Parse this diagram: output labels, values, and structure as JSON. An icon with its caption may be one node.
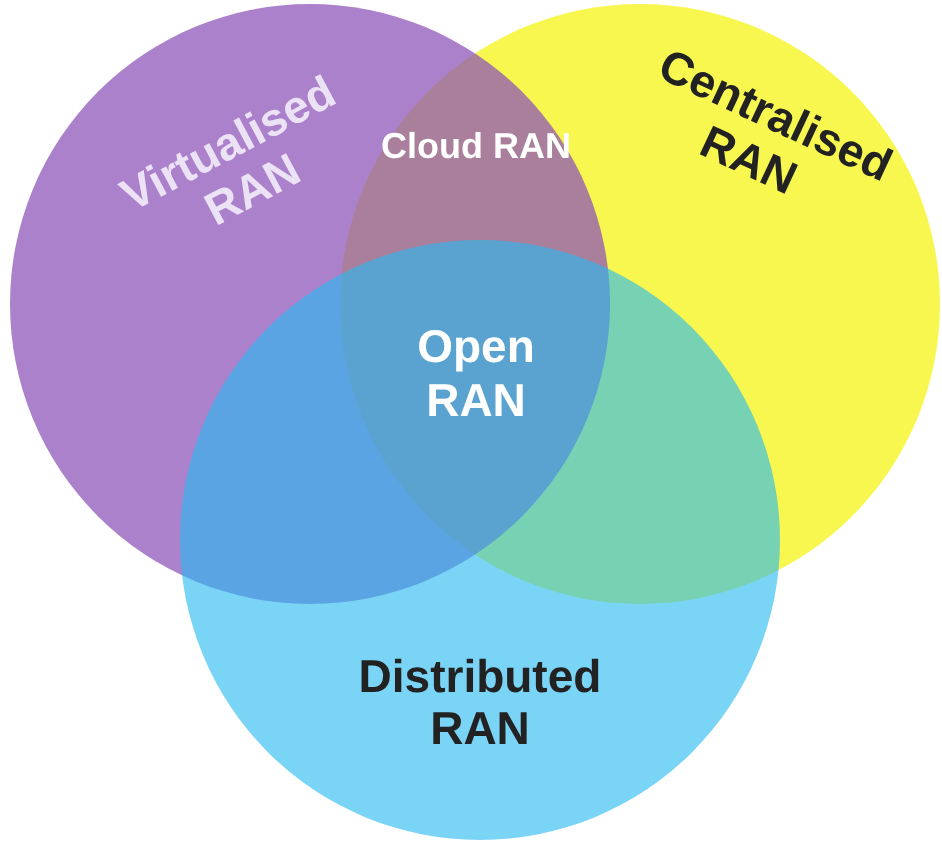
{
  "diagram": {
    "nodes": [
      {
        "text": [
          "Virtualised RAN"
        ]
      },
      {
        "text": [
          "Centralised RAN"
        ]
      },
      {
        "text": [
          "Distributed RAN"
        ]
      }
    ],
    "labels": [
      "Cloud RAN",
      "Open RAN"
    ]
  }
}
